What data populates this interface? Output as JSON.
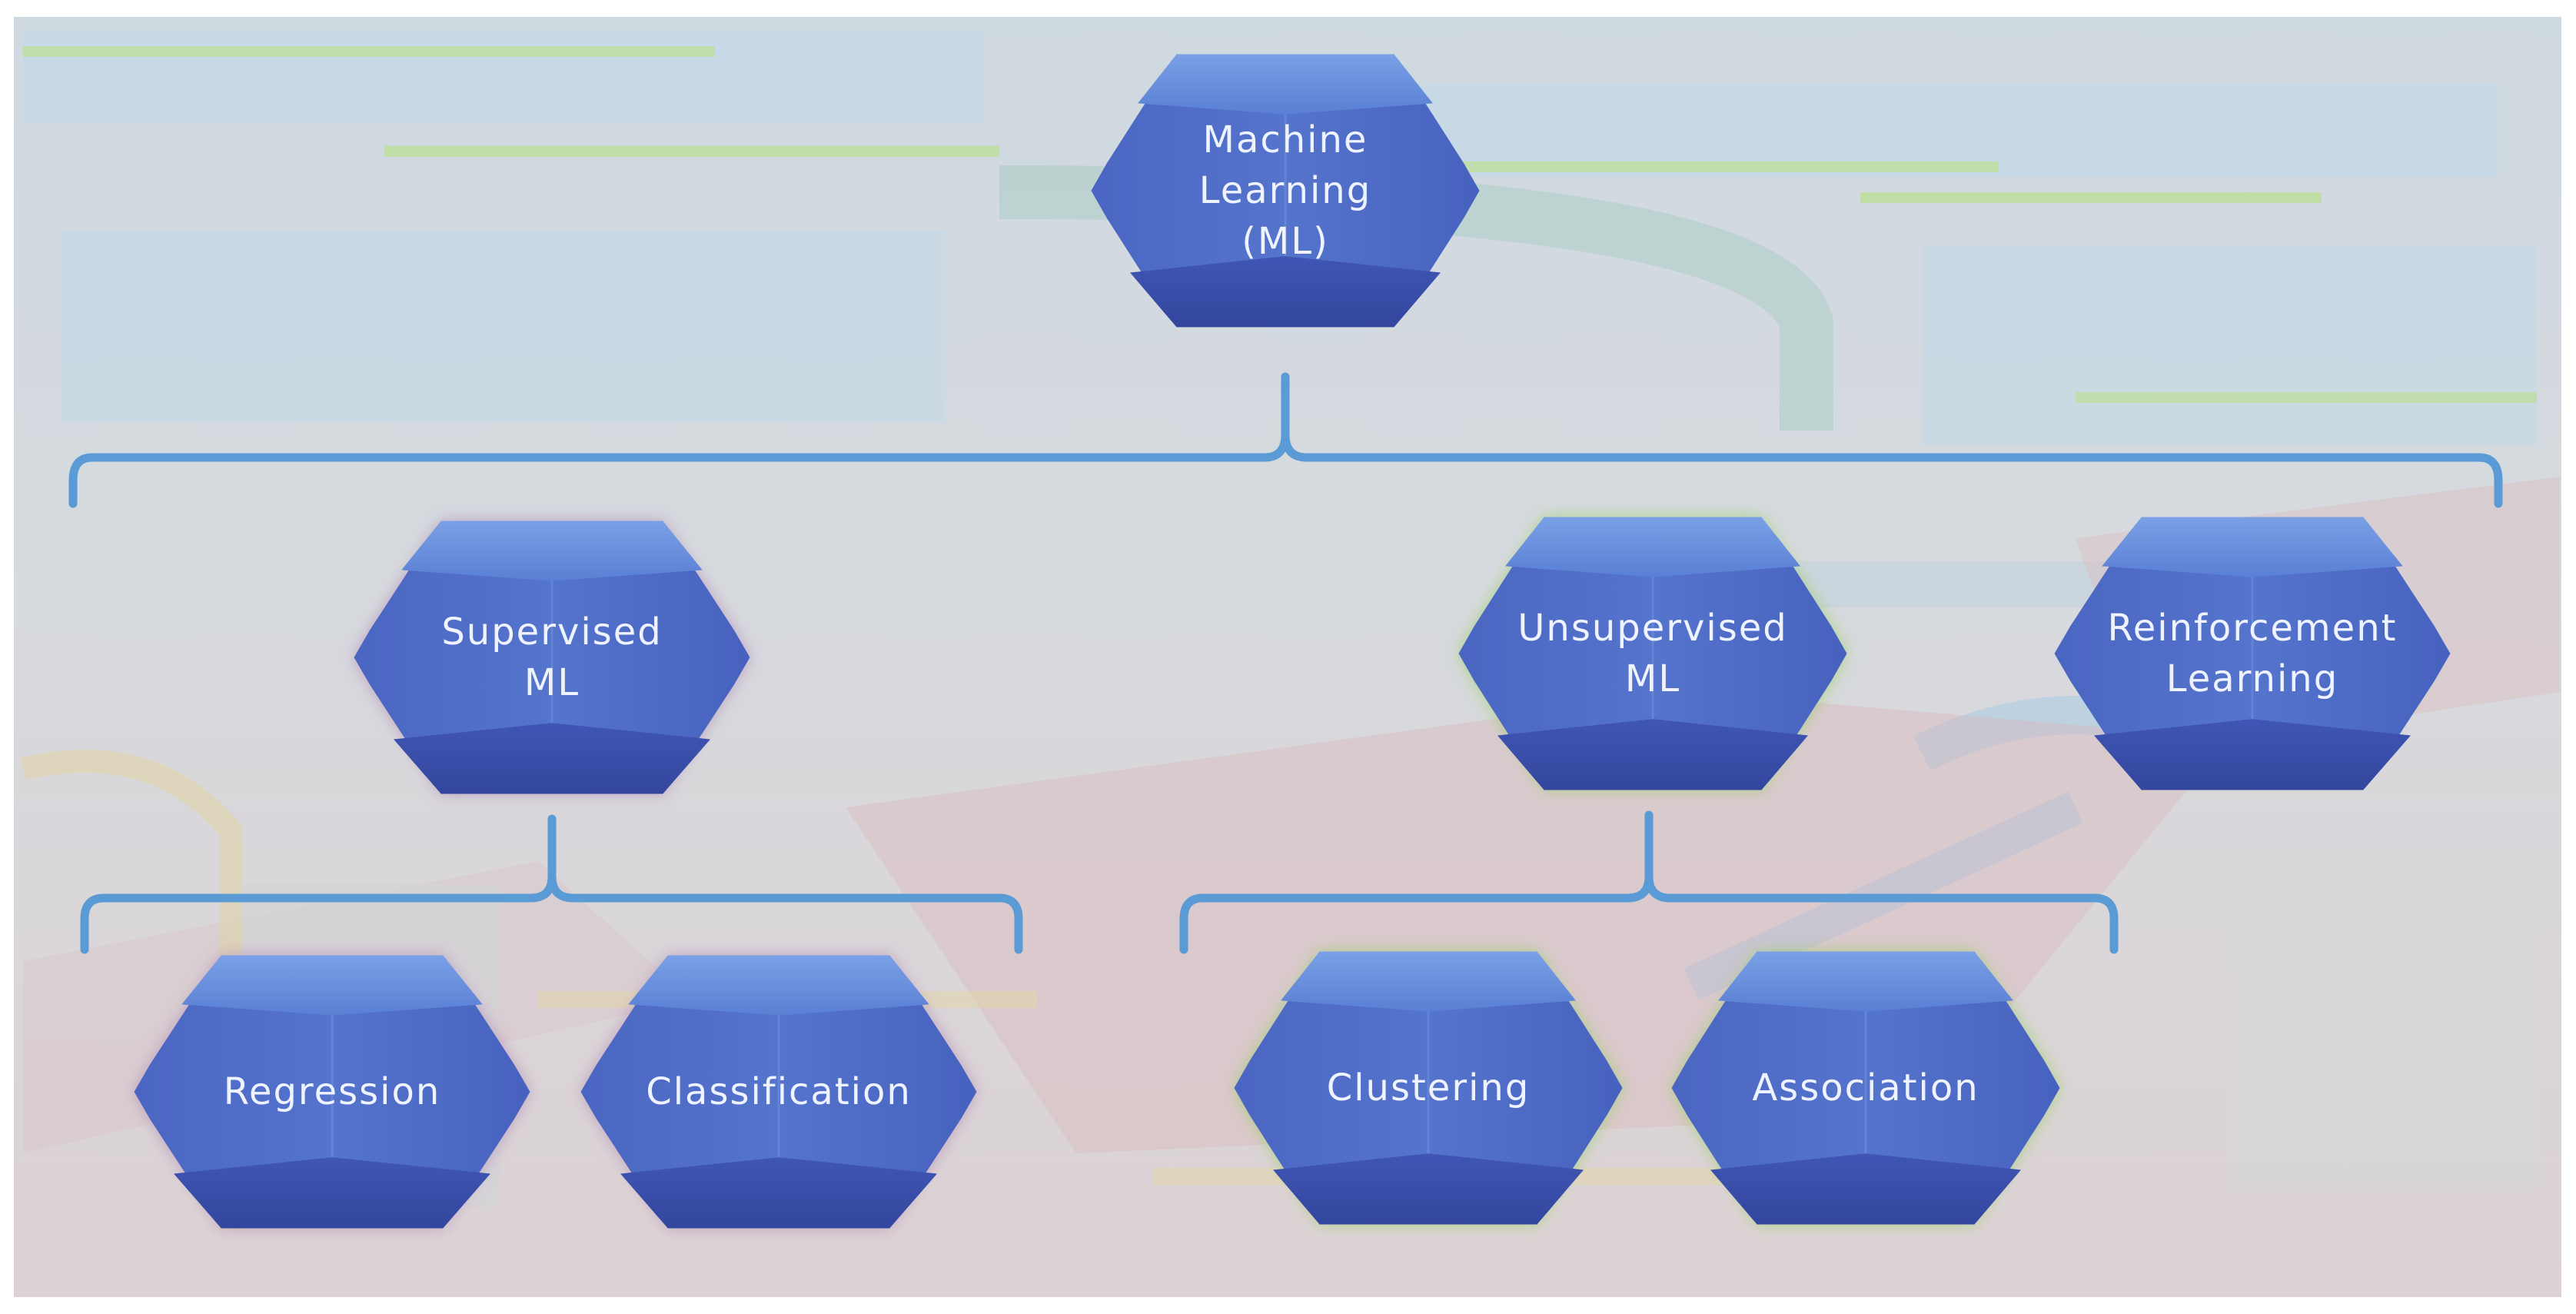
{
  "colors": {
    "bracket": "#5b9bd5",
    "gem_top": "#6a8fd8",
    "gem_mid": "#4f6fc8",
    "gem_bottom": "#3d56b0",
    "label": "#eef3ff"
  },
  "background": {
    "description_icon": "industrial-piping-background"
  },
  "nodes": {
    "root": {
      "lines": [
        "Machine",
        "Learning",
        "(ML)"
      ]
    },
    "supervised": {
      "lines": [
        "Supervised",
        "ML"
      ]
    },
    "unsupervised": {
      "lines": [
        "Unsupervised",
        "ML"
      ]
    },
    "reinforcement": {
      "lines": [
        "Reinforcement",
        "Learning"
      ]
    },
    "regression": {
      "lines": [
        "Regression"
      ]
    },
    "classification": {
      "lines": [
        "Classification"
      ]
    },
    "clustering": {
      "lines": [
        "Clustering"
      ]
    },
    "association": {
      "lines": [
        "Association"
      ]
    }
  }
}
